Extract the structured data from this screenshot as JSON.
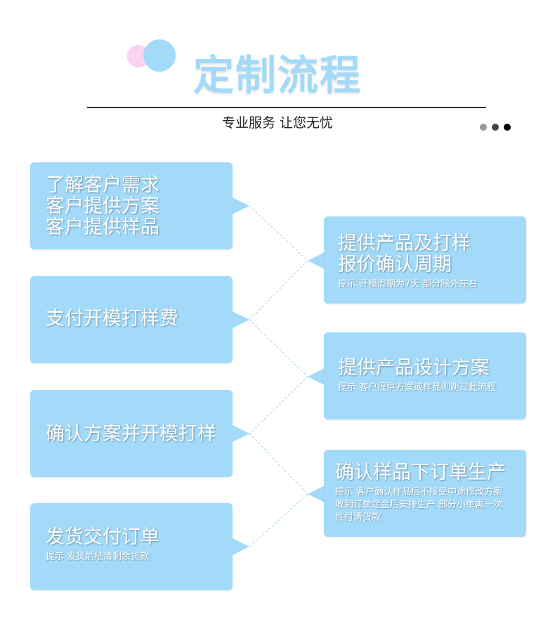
{
  "header": {
    "title": "定制流程",
    "subtitle": "专业服务 让您无忧",
    "dot_colors": [
      "#999999",
      "#444444",
      "#000000"
    ]
  },
  "colors": {
    "box": "#a3daf9",
    "connector": "#a3daf9",
    "text": "#ffffff"
  },
  "left_steps": [
    {
      "lines": [
        "了解客户需求",
        "客户提供方案",
        "客户提供样品"
      ],
      "tip": []
    },
    {
      "lines": [
        "支付开模打样费"
      ],
      "tip": []
    },
    {
      "lines": [
        "确认方案并开模打样"
      ],
      "tip": []
    },
    {
      "lines": [
        "发货交付订单"
      ],
      "tip": [
        "提示 发货前结清剩余货款"
      ]
    }
  ],
  "right_steps": [
    {
      "lines": [
        "提供产品及打样",
        "报价确认周期"
      ],
      "tip": [
        "提示 开模周期为7天 部分除外左右"
      ]
    },
    {
      "lines": [
        "提供产品设计方案"
      ],
      "tip": [
        "提示 客户提供方案或样品则跳过此流程"
      ]
    },
    {
      "lines": [
        "确认样品下订单生产"
      ],
      "tip": [
        "提示 客户确认样品后不接受中途修改方案",
        "收到订单定金后安排生产 部分小单需一次",
        "性付清货款"
      ]
    }
  ]
}
